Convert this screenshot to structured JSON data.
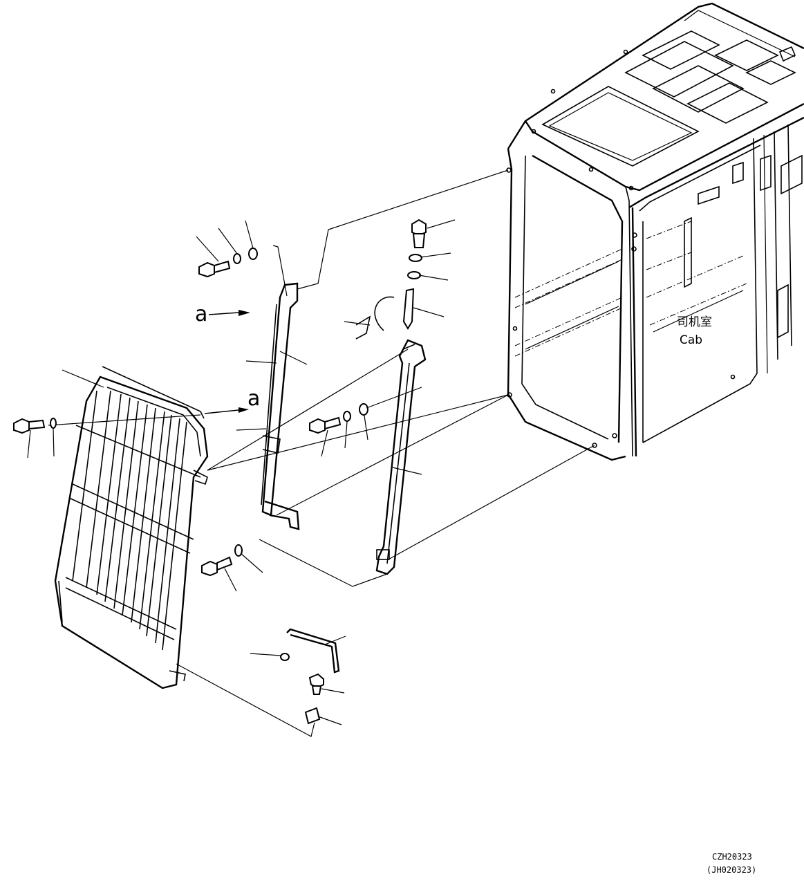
{
  "labels": {
    "marker_a_upper": "a",
    "marker_a_lower": "a",
    "cab_cn": "司机室",
    "cab_en": "Cab"
  },
  "codes": {
    "code_main": "CZH20323",
    "code_alt": "(JH020323)"
  }
}
